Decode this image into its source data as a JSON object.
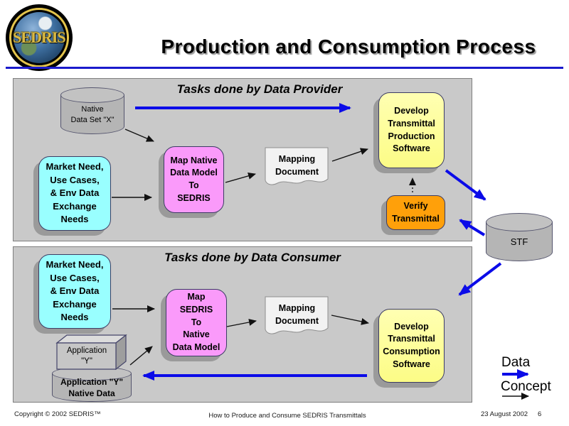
{
  "slide": {
    "title": "Production and Consumption Process",
    "logo_text": "SEDRIS"
  },
  "provider": {
    "section_title": "Tasks done by Data Provider",
    "native_data_cylinder": "Native\nData Set \"X\"",
    "market_need_box": "Market Need,\nUse Cases,\n& Env Data\nExchange\nNeeds",
    "map_native_box": "Map Native\nData Model\nTo\nSEDRIS",
    "mapping_document": "Mapping\nDocument",
    "develop_box": "Develop\nTransmittal\nProduction\nSoftware",
    "verify_box": "Verify\nTransmittal"
  },
  "consumer": {
    "section_title": "Tasks done by Data Consumer",
    "market_need_box": "Market Need,\nUse Cases,\n& Env Data\nExchange\nNeeds",
    "map_sedris_box": "Map\nSEDRIS\nTo\nNative\nData Model",
    "mapping_document": "Mapping\nDocument",
    "develop_box": "Develop\nTransmittal\nConsumption\nSoftware",
    "application_box": "Application\n\"Y\"",
    "application_cylinder": "Application \"Y\"\nNative Data"
  },
  "stf": {
    "label": "STF"
  },
  "legend": {
    "data_label": "Data",
    "concept_label": "Concept"
  },
  "footer": {
    "copyright": "Copyright © 2002 SEDRIS™",
    "center_text": "How to Produce and Consume SEDRIS Transmittals",
    "date": "23 August 2002",
    "page_number": "6"
  },
  "colors": {
    "accent_blue": "#0B0BE8",
    "title_rule_blue": "#1A1ACC",
    "panel_gray": "#C9C9C9",
    "cyan_box": "#99FFFF",
    "pink_box": "#FA9AFA",
    "yellow_box": "#FCFC86",
    "orange_box": "#FFA00A",
    "cylinder_gray": "#B5B5B5",
    "shadow_gray": "#9A9A9A"
  }
}
